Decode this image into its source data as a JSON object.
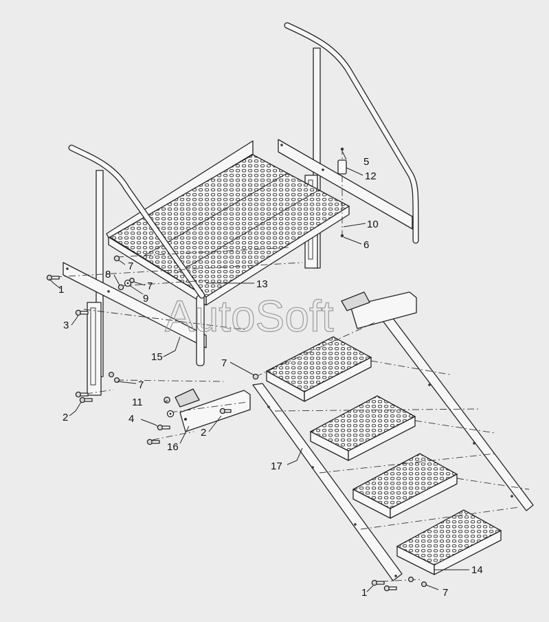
{
  "watermark": "AutoSoft",
  "callouts": [
    {
      "id": "c1a",
      "text": "1"
    },
    {
      "id": "c1b",
      "text": "1"
    },
    {
      "id": "c2a",
      "text": "2"
    },
    {
      "id": "c2b",
      "text": "2"
    },
    {
      "id": "c3",
      "text": "3"
    },
    {
      "id": "c4",
      "text": "4"
    },
    {
      "id": "c5",
      "text": "5"
    },
    {
      "id": "c6",
      "text": "6"
    },
    {
      "id": "c7a",
      "text": "7"
    },
    {
      "id": "c7b",
      "text": "7"
    },
    {
      "id": "c7c",
      "text": "7"
    },
    {
      "id": "c7d",
      "text": "7"
    },
    {
      "id": "c7e",
      "text": "7"
    },
    {
      "id": "c8",
      "text": "8"
    },
    {
      "id": "c9",
      "text": "9"
    },
    {
      "id": "c10",
      "text": "10"
    },
    {
      "id": "c11",
      "text": "11"
    },
    {
      "id": "c12",
      "text": "12"
    },
    {
      "id": "c13",
      "text": "13"
    },
    {
      "id": "c14",
      "text": "14"
    },
    {
      "id": "c15",
      "text": "15"
    },
    {
      "id": "c16",
      "text": "16"
    },
    {
      "id": "c17",
      "text": "17"
    }
  ]
}
